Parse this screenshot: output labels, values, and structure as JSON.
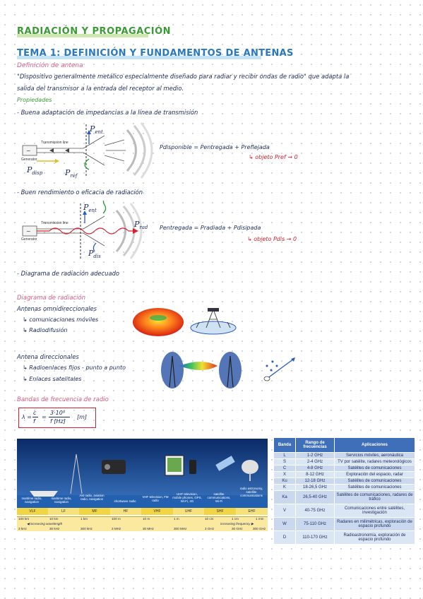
{
  "header": {
    "title": "RADIACIÓN Y PROPAGACIÓN",
    "tema": "TEMA 1: DEFINICIÓN Y FUNDAMENTOS DE ANTENAS"
  },
  "definition": {
    "heading": "Definición de antena",
    "line1": "\"Dispositivo generalmente metálico especialmente diseñado para radiar y recibir ondas de radio\" que adapta la",
    "line2": "salida del transmisor a la entrada del receptor al medio."
  },
  "properties": {
    "heading": "Propiedades",
    "p1": "- Buena adaptación de impedancias a la línea de transmisión",
    "p2": "- Buen rendimiento o eficacia de radiación",
    "p3": "- Diagrama de radiación adecuado"
  },
  "diagram1": {
    "line_label": "Transmission line",
    "gen_label": "Generator",
    "p_ent": "P",
    "p_ent_sub": "ent",
    "p_disp": "P",
    "p_disp_sub": "disp",
    "p_ref": "P",
    "p_ref_sub": "ref",
    "eq": "Pdisponible = Pentregada + Preflejada",
    "arrow_note": "objeto Pref → 0"
  },
  "diagram2": {
    "line_label": "Transmission line",
    "gen_label": "Generator",
    "p_ent": "P",
    "p_ent_sub": "ent",
    "p_rad": "P",
    "p_rad_sub": "rad",
    "p_dis": "P",
    "p_dis_sub": "dis",
    "eq": "Pentregada = Pradiada + Pdisipada",
    "arrow_note": "objeto Pdis → 0"
  },
  "radiation": {
    "heading": "Diagrama de radiación",
    "omni_heading": "Antenas omnidireccionales",
    "omni_1": "comunicaciones móviles",
    "omni_2": "Radiodifusión",
    "dir_heading": "Antena direccionales",
    "dir_1": "Radioenlaces fijos - punto a punto",
    "dir_2": "Enlaces satelitales"
  },
  "bands_section": {
    "heading": "Bandas de frecuencia de radio",
    "formula_lambda": "λ =",
    "formula_c": "c",
    "formula_f": "f",
    "formula_eq": "=",
    "formula_num": "3·10⁸",
    "formula_den": "f [Hz]",
    "formula_unit": "[m]"
  },
  "spectrum": {
    "apps": [
      "maritime radio, navigation",
      "maritime radio, navigation",
      "AM radio, aviation radio, navigation",
      "shortwave radio",
      "VHF television, FM radio",
      "UHF television, mobile phones, GPS, Wi-Fi, 4G",
      "satellite communications, Wi-Fi",
      "radio astronomy, satellite communications"
    ],
    "bands": [
      "VLF",
      "LF",
      "MF",
      "HF",
      "VHF",
      "UHF",
      "SHF",
      "EHF"
    ],
    "wavelengths": [
      "100 km",
      "10 km",
      "1 km",
      "100 m",
      "10 m",
      "1 m",
      "10 cm",
      "1 cm",
      "1 mm"
    ],
    "increasing_wavelength": "increasing wavelength",
    "increasing_frequency": "increasing frequency",
    "frequencies": [
      "3 kHz",
      "30 kHz",
      "300 kHz",
      "3 MHz",
      "30 MHz",
      "300 MHz",
      "3 GHz",
      "30 GHz",
      "300 GHz"
    ]
  },
  "table": {
    "headers": [
      "Banda",
      "Rango de frecuencias",
      "Aplicaciones"
    ],
    "rows": [
      [
        "L",
        "1-2 GHz",
        "Servicios móviles, aeronáutica"
      ],
      [
        "S",
        "2-4 GHz",
        "TV por satélite, radares meteorológicos"
      ],
      [
        "C",
        "4-8 GHz",
        "Satélites de comunicaciones"
      ],
      [
        "X",
        "8-12 GHz",
        "Exploración del espacio, radar"
      ],
      [
        "Ku",
        "12-18 GHz",
        "Satélites de comunicaciones"
      ],
      [
        "K",
        "18-26,5 GHz",
        "Satélites de comunicaciones"
      ],
      [
        "Ka",
        "26,5-40 GHz",
        "Satélites de comunicaciones, radares de tráfico"
      ],
      [
        "V",
        "40-75 GHz",
        "Comunicaciones entre satélites, investigación"
      ],
      [
        "W",
        "75-110 GHz",
        "Radares en milimétricas, exploración de espacio profundo"
      ],
      [
        "D",
        "110-170 GHz",
        "Radioastronomía, exploración de espacio profundo"
      ]
    ]
  },
  "colors": {
    "green": "#3c9a36",
    "blue": "#2a78c0",
    "pink": "#e05a7c",
    "red": "#d81e2a",
    "navy": "#1b2a5c",
    "table_header": "#3e6fb8"
  }
}
